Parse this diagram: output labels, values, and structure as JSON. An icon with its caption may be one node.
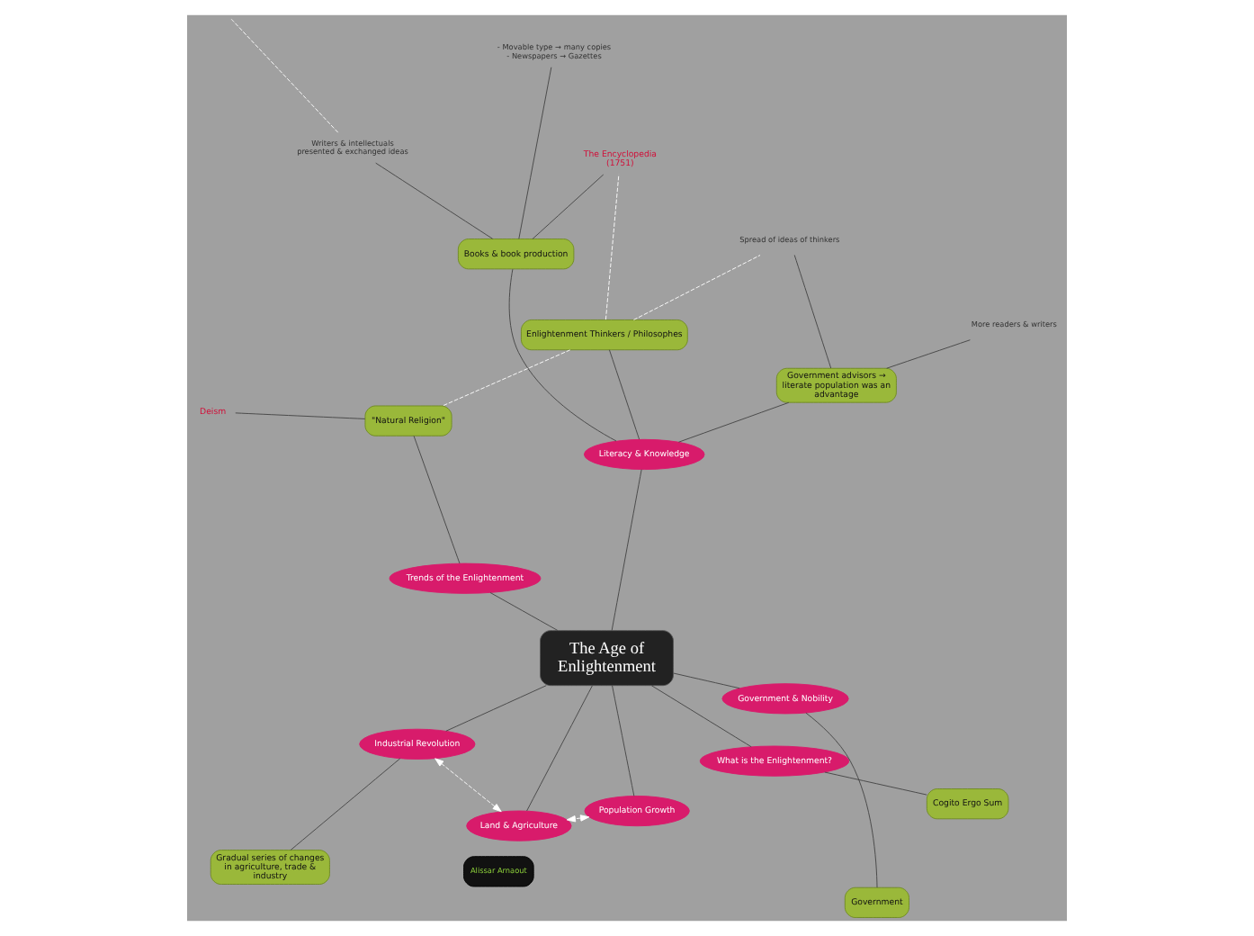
{
  "diagram": {
    "nodes": [
      {
        "text": [
          "The Age of Enlightenment"
        ]
      },
      {
        "text": [
          "Government & Nobility"
        ]
      },
      {
        "text": [
          "What is the Enlightenment?"
        ]
      },
      {
        "text": [
          "Trends of the Enlightenment"
        ]
      },
      {
        "text": [
          "Population Growth"
        ]
      },
      {
        "text": [
          "Land & Agriculture"
        ]
      },
      {
        "text": [
          "Industrial Revolution"
        ]
      },
      {
        "text": [
          "Literacy & Knowledge"
        ]
      },
      {
        "text": [
          "Government"
        ]
      },
      {
        "text": [
          "Cogito Ergo Sum"
        ]
      },
      {
        "text": [
          "\"Natural Religion\""
        ]
      },
      {
        "text": [
          "Deism"
        ]
      },
      {
        "text": [
          "Books & book production"
        ]
      },
      {
        "text": [
          "The Encyclopedia (1751)"
        ]
      },
      {
        "text": [
          "Government advisors → literate population was an advantage"
        ]
      },
      {
        "text": [
          "Gradual series of changes in agriculture, trade & industry"
        ]
      },
      {
        "text": [
          "Enlightenment Thinkers / Philosophes"
        ]
      },
      {
        "text": [
          "Writers & intellectuals presented & exchanged ideas"
        ]
      },
      {
        "text": [
          "- Movable type → many copies - Newspapers → Gazettes"
        ]
      },
      {
        "text": [
          "More readers & writers"
        ]
      },
      {
        "text": [
          "Spread of ideas of thinkers"
        ]
      }
    ],
    "edges": [
      {
        "from": 0,
        "to": 1,
        "arrow": "none"
      },
      {
        "from": 0,
        "to": 2,
        "arrow": "none"
      },
      {
        "from": 0,
        "to": 3,
        "arrow": "none"
      },
      {
        "from": 0,
        "to": 4,
        "arrow": "none"
      },
      {
        "from": 0,
        "to": 5,
        "arrow": "none"
      },
      {
        "from": 0,
        "to": 6,
        "arrow": "none"
      },
      {
        "from": 0,
        "to": 7,
        "arrow": "none"
      },
      {
        "from": 1,
        "to": 8,
        "arrow": "none"
      },
      {
        "from": 2,
        "to": 9,
        "arrow": "none"
      },
      {
        "from": 3,
        "to": 10,
        "arrow": "none"
      },
      {
        "from": 10,
        "to": 11,
        "arrow": "none"
      },
      {
        "from": 7,
        "to": 12,
        "arrow": "none"
      },
      {
        "from": 7,
        "to": 14,
        "arrow": "none"
      },
      {
        "from": 7,
        "to": 16,
        "arrow": "none"
      },
      {
        "from": 12,
        "to": 13,
        "arrow": "none"
      },
      {
        "from": 12,
        "to": 17,
        "arrow": "none"
      },
      {
        "from": 12,
        "to": 18,
        "arrow": "none"
      },
      {
        "from": 14,
        "to": 19,
        "arrow": "none"
      },
      {
        "from": 14,
        "to": 20,
        "arrow": "none"
      },
      {
        "from": 6,
        "to": 15,
        "arrow": "none"
      },
      {
        "from": 4,
        "to": 5,
        "arrow": "both",
        "style": "dashed",
        "color": "#ffffff"
      },
      {
        "from": 5,
        "to": 6,
        "arrow": "both",
        "style": "dashed",
        "color": "#ffffff"
      },
      {
        "from": 16,
        "to": 10,
        "arrow": "none",
        "style": "dashed",
        "color": "#ffffff"
      },
      {
        "from": 16,
        "to": 13,
        "arrow": "none",
        "style": "dashed",
        "color": "#ffffff"
      },
      {
        "from": 16,
        "to": 20,
        "arrow": "none",
        "style": "dashed",
        "color": "#ffffff"
      },
      {
        "from": null,
        "to": 17,
        "arrow": "none",
        "style": "dashed",
        "color": "#ffffff"
      }
    ],
    "labels": [
      "Alissar Arnaout"
    ]
  }
}
